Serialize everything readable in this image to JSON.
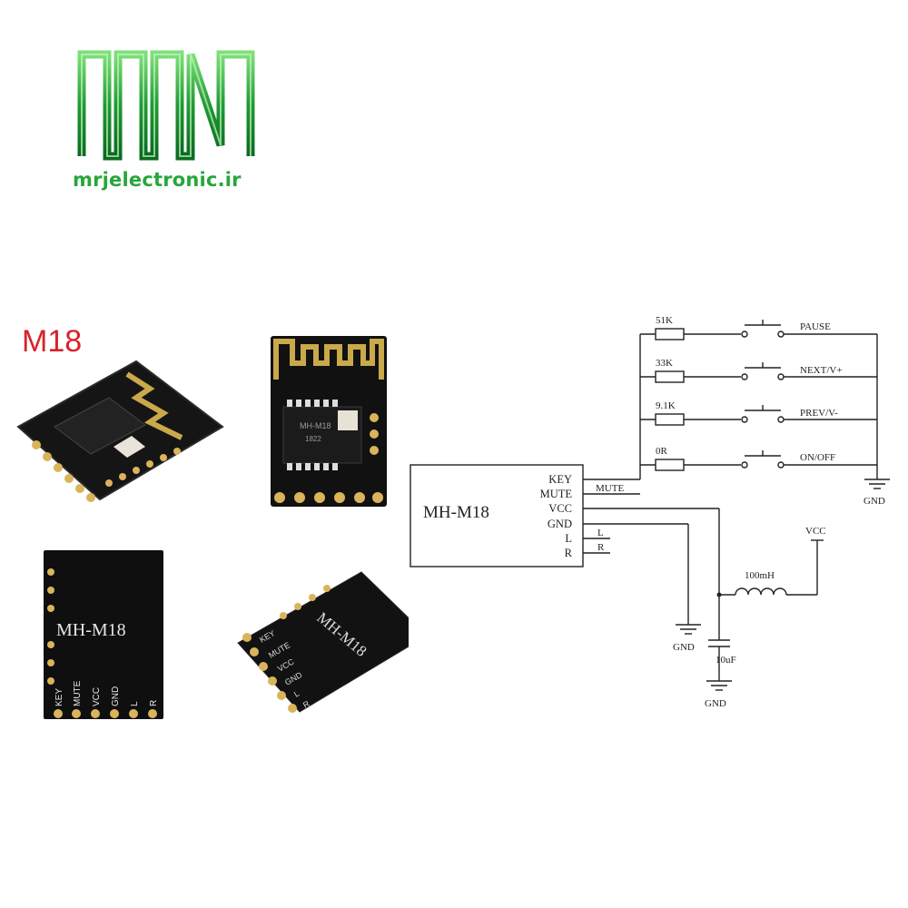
{
  "brand": {
    "site": "mrjelectronic.ir",
    "color": "#27a63a"
  },
  "product": {
    "label": "M18",
    "label_color": "#d8232a",
    "chip_marking": "MH-M18",
    "chip_sub": "1822",
    "board_marking": "MH-M18",
    "pin_labels": [
      "KEY",
      "MUTE",
      "VCC",
      "GND",
      "L",
      "R"
    ]
  },
  "schematic": {
    "module_name": "MH-M18",
    "module_pins": [
      "KEY",
      "MUTE",
      "VCC",
      "GND",
      "L",
      "R"
    ],
    "mute_net": "MUTE",
    "out_l": "L",
    "out_r": "R",
    "keys": [
      {
        "resistor": "51K",
        "function": "PAUSE"
      },
      {
        "resistor": "33K",
        "function": "NEXT/V+"
      },
      {
        "resistor": "9.1K",
        "function": "PREV/V-"
      },
      {
        "resistor": "0R",
        "function": "ON/OFF"
      }
    ],
    "gnd_label": "GND",
    "vcc_label": "VCC",
    "inductor": "100mH",
    "capacitor": "10uF"
  }
}
